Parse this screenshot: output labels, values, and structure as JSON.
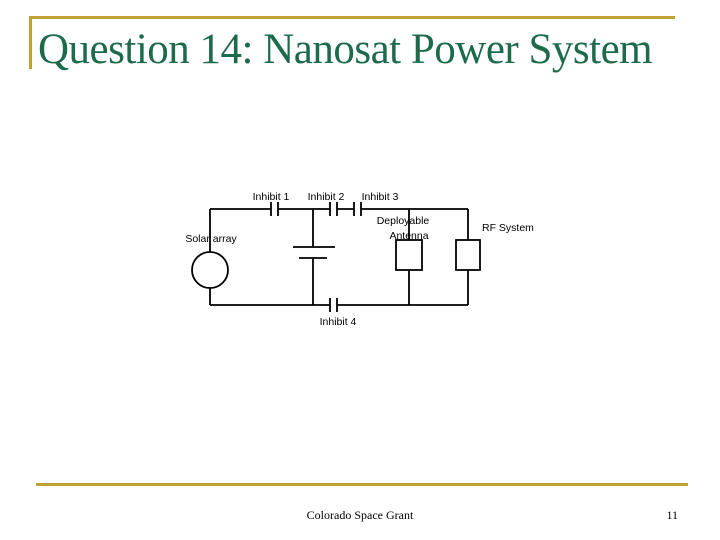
{
  "slide": {
    "title": "Question 14: Nanosat Power System",
    "footer": "Colorado Space Grant",
    "page_number": "11",
    "colors": {
      "title_green": "#1e6b4c",
      "accent_gold": "#c2a233",
      "diagram_ink": "#000000",
      "background": "#ffffff"
    }
  },
  "diagram": {
    "type": "circuit-schematic",
    "labels": {
      "inhibit1": "Inhibit 1",
      "inhibit2": "Inhibit 2",
      "inhibit3": "Inhibit 3",
      "inhibit4": "Inhibit 4",
      "solar_array": "Solar array",
      "deployable_line1": "Deployable",
      "deployable_line2": "Antenna",
      "rf_system": "RF System"
    },
    "components": [
      "solar-array-source",
      "inhibit-switch-1",
      "inhibit-switch-2",
      "inhibit-switch-3",
      "inhibit-switch-4",
      "storage-capacitor",
      "deployable-antenna-load",
      "rf-system-load"
    ]
  }
}
